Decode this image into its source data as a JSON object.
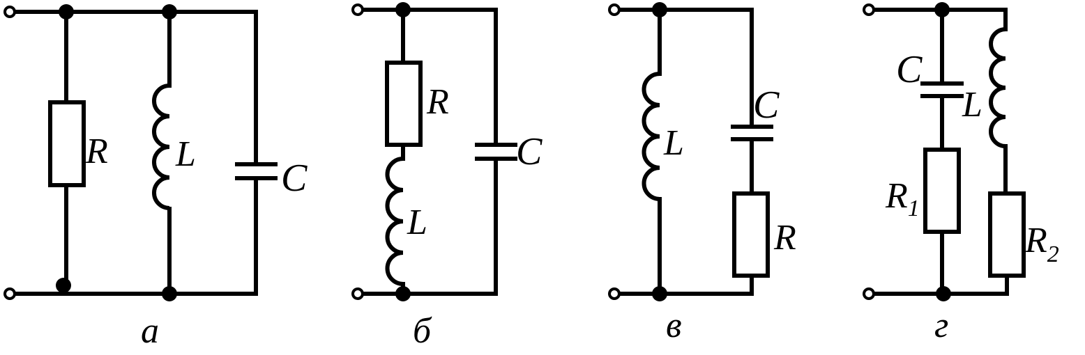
{
  "circuits": [
    {
      "caption": "а",
      "labels": {
        "R": "R",
        "L": "L",
        "C": "C"
      }
    },
    {
      "caption": "б",
      "labels": {
        "R": "R",
        "L": "L",
        "C": "C"
      }
    },
    {
      "caption": "в",
      "labels": {
        "R": "R",
        "L": "L",
        "C": "C"
      }
    },
    {
      "caption": "г",
      "labels": {
        "R1_main": "R",
        "R1_sub": "1",
        "R2_main": "R",
        "R2_sub": "2",
        "L": "L",
        "C": "C"
      }
    }
  ]
}
